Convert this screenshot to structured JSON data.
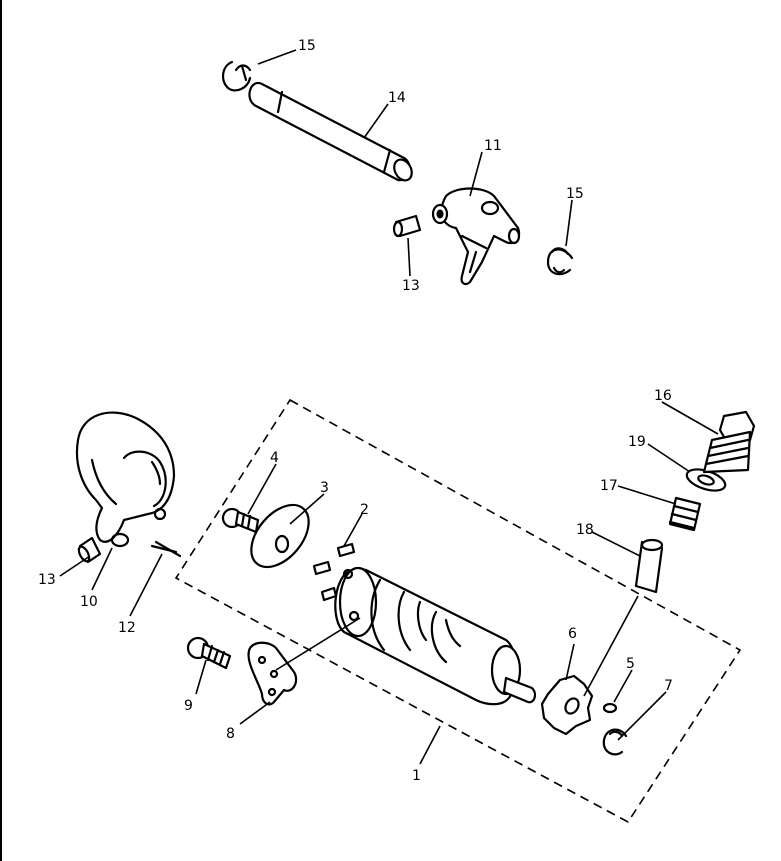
{
  "diagram": {
    "labels": {
      "c1": "1",
      "c2": "2",
      "c3": "3",
      "c4": "4",
      "c5": "5",
      "c6": "6",
      "c7": "7",
      "c8": "8",
      "c9": "9",
      "c10": "10",
      "c11": "11",
      "c12": "12",
      "c13a": "13",
      "c13b": "13",
      "c14": "14",
      "c15a": "15",
      "c15b": "15",
      "c16": "16",
      "c17": "17",
      "c18": "18",
      "c19": "19"
    }
  }
}
